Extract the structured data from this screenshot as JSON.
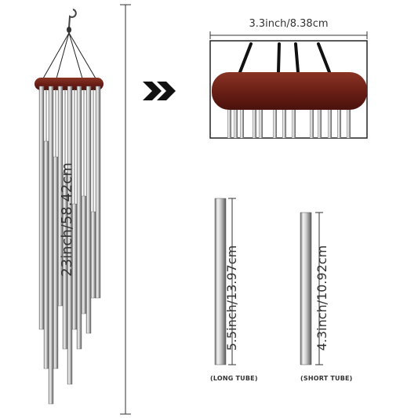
{
  "colors": {
    "wood": "#6b1f16",
    "tube_light": "#eeeeee",
    "tube_dark": "#7a7a7a",
    "cord": "#222222",
    "dimension_line": "#333333"
  },
  "labels": {
    "width": "3.3inch/8.38cm",
    "total_length": "23inch/58.42cm",
    "long_tube_length": "5.5inch/13.97cm",
    "short_tube_length": "4.3inch/10.92cm",
    "long_tube_caption": "(LONG TUBE)",
    "short_tube_caption": "(SHORT TUBE)"
  },
  "icons": {
    "arrow": "double-chevron-right-icon",
    "hook": "hook-icon"
  }
}
